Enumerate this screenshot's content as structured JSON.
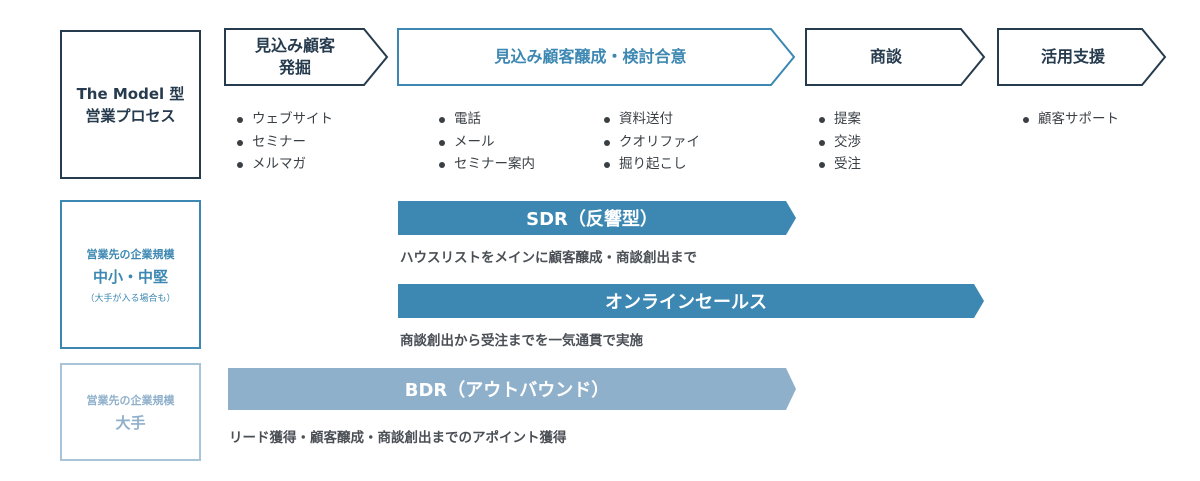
{
  "model": {
    "line1": "The Model 型",
    "line2": "営業プロセス"
  },
  "stages": [
    {
      "line1": "見込み顧客",
      "line2": "発掘"
    },
    {
      "line1": "見込み顧客醸成・検討合意",
      "line2": ""
    },
    {
      "line1": "商談",
      "line2": ""
    },
    {
      "line1": "活用支援",
      "line2": ""
    }
  ],
  "activities": {
    "stage1": [
      "ウェブサイト",
      "セミナー",
      "メルマガ"
    ],
    "stage2a": [
      "電話",
      "メール",
      "セミナー案内"
    ],
    "stage2b": [
      "資料送付",
      "クオリファイ",
      "掘り起こし"
    ],
    "stage3": [
      "提案",
      "交渉",
      "受注"
    ],
    "stage4": [
      "顧客サポート"
    ]
  },
  "segments": {
    "smb": {
      "line1": "営業先の企業規模",
      "line2": "中小・中堅",
      "line3": "（大手が入る場合も）"
    },
    "enterprise": {
      "line1": "営業先の企業規模",
      "line2": "大手"
    }
  },
  "bands": {
    "sdr": {
      "label": "SDR（反響型）",
      "desc": "ハウスリストをメインに顧客醸成・商談創出まで"
    },
    "online": {
      "label": "オンラインセールス",
      "desc": "商談創出から受注までを一気通貫で実施"
    },
    "bdr": {
      "label": "BDR（アウトバウンド）",
      "desc": "リード獲得・顧客醸成・商談創出までのアポイント獲得"
    }
  },
  "colors": {
    "dark": "#263b4e",
    "accent": "#3d88b2",
    "light": "#8fb0cb"
  }
}
